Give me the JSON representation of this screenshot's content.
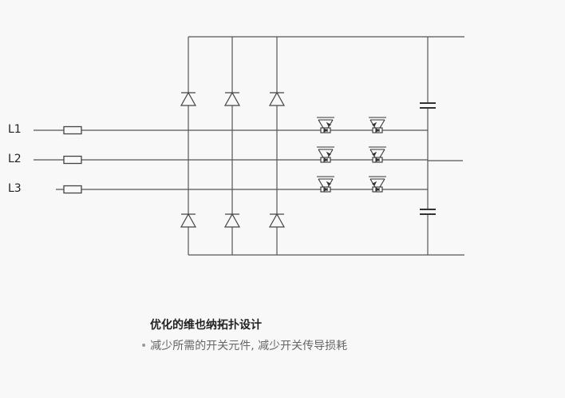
{
  "phases": [
    {
      "label": "L1"
    },
    {
      "label": "L2"
    },
    {
      "label": "L3"
    }
  ],
  "caption": {
    "title": "优化的维也纳拓扑设计",
    "subtitle": "减少所需的开关元件, 减少开关传导损耗"
  },
  "colors": {
    "line": "#555555",
    "background": "#f8f8f8",
    "title_text": "#222222",
    "subtitle_text": "#666666"
  }
}
